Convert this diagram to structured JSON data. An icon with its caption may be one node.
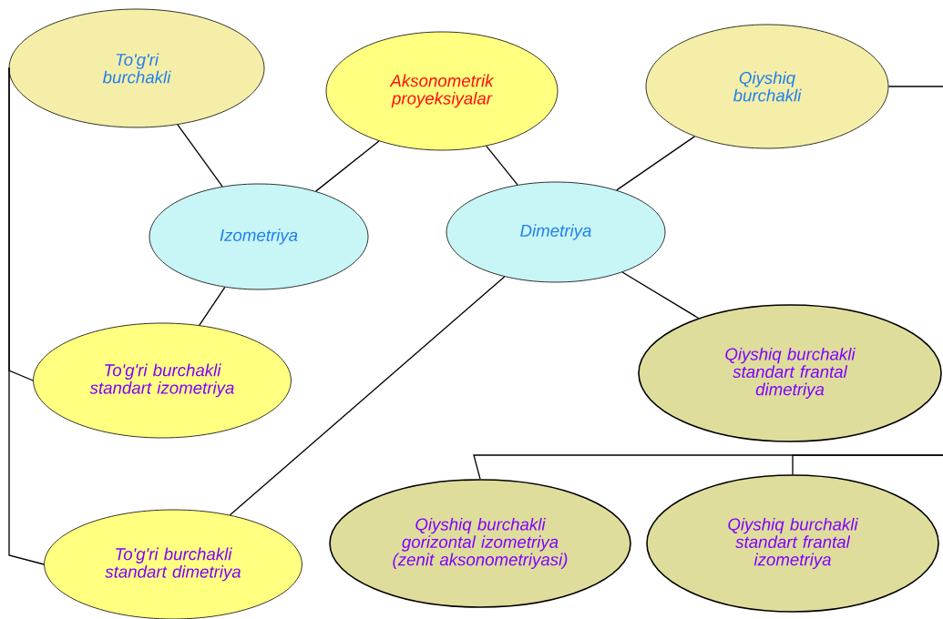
{
  "diagram": {
    "nodes": [
      {
        "text": [
          "To'g'ri burchakli"
        ]
      },
      {
        "text": [
          "Aksonometrik proyeksiyalar"
        ]
      },
      {
        "text": [
          "Qiyshiq burchakli"
        ]
      },
      {
        "text": [
          "Izometriya"
        ]
      },
      {
        "text": [
          "Dimetriya"
        ]
      },
      {
        "text": [
          "To'g'ri burchakli standart izometriya"
        ]
      },
      {
        "text": [
          "Qiyshiq burchakli standart frantal dimetriya"
        ]
      },
      {
        "text": [
          "To'g'ri burchakli standart dimetriya"
        ]
      },
      {
        "text": [
          "Qiyshiq burchakli gorizontal izometriya (zenit aksonometriyasi)"
        ]
      },
      {
        "text": [
          "Qiyshiq burchakli standart frantal izometriya"
        ]
      }
    ],
    "edges": [
      {
        "from": 0,
        "to": 3,
        "arrow": "none"
      },
      {
        "from": 1,
        "to": 3,
        "arrow": "none"
      },
      {
        "from": 1,
        "to": 4,
        "arrow": "none"
      },
      {
        "from": 2,
        "to": 4,
        "arrow": "none"
      },
      {
        "from": 3,
        "to": 5,
        "arrow": "none"
      },
      {
        "from": 4,
        "to": 7,
        "arrow": "none"
      },
      {
        "from": 4,
        "to": 6,
        "arrow": "none"
      },
      {
        "from": 0,
        "to": 5,
        "arrow": "none"
      },
      {
        "from": 0,
        "to": 7,
        "arrow": "none"
      },
      {
        "from": 2,
        "to": null,
        "arrow": "none"
      },
      {
        "from": null,
        "to": 8,
        "arrow": "none"
      },
      {
        "from": null,
        "to": 9,
        "arrow": "none"
      }
    ]
  }
}
